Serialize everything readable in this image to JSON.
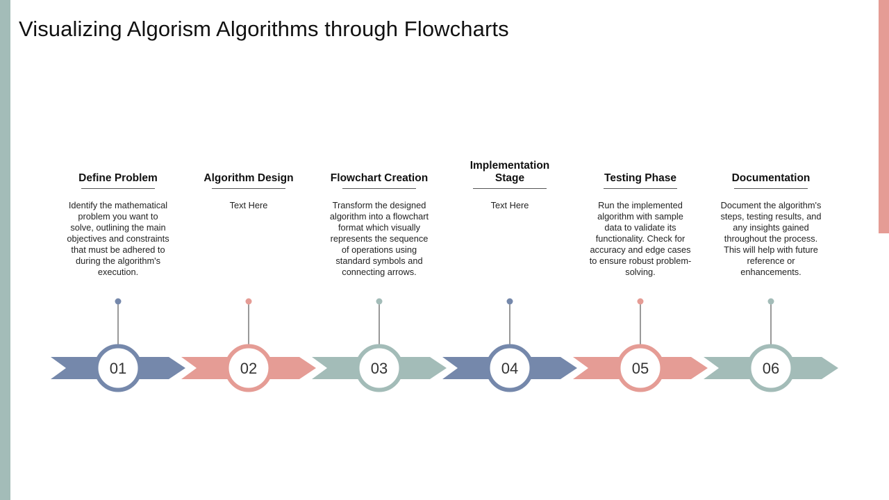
{
  "title": "Visualizing Algorism Algorithms through Flowcharts",
  "colors": {
    "blue": "#7588ab",
    "pink": "#e59c95",
    "teal": "#a3bcb8"
  },
  "steps": [
    {
      "number": "01",
      "heading": "Define Problem",
      "description": "Identify the mathematical problem you want to solve, outlining the main objectives and constraints that must be adhered to during the algorithm's execution.",
      "color": "#7588ab"
    },
    {
      "number": "02",
      "heading": "Algorithm Design",
      "description": "Text Here",
      "color": "#e59c95"
    },
    {
      "number": "03",
      "heading": "Flowchart Creation",
      "description": "Transform the designed algorithm into a flowchart format which visually represents the sequence of operations using standard symbols and connecting arrows.",
      "color": "#a3bcb8"
    },
    {
      "number": "04",
      "heading": "Implementation Stage",
      "description": "Text Here",
      "color": "#7588ab"
    },
    {
      "number": "05",
      "heading": "Testing Phase",
      "description": "Run the implemented algorithm with sample data to validate its functionality. Check for accuracy and edge cases to ensure robust problem-solving.",
      "color": "#e59c95"
    },
    {
      "number": "06",
      "heading": "Documentation",
      "description": "Document the algorithm's steps, testing results, and any insights gained throughout the process. This will help with future reference or enhancements.",
      "color": "#a3bcb8"
    }
  ]
}
